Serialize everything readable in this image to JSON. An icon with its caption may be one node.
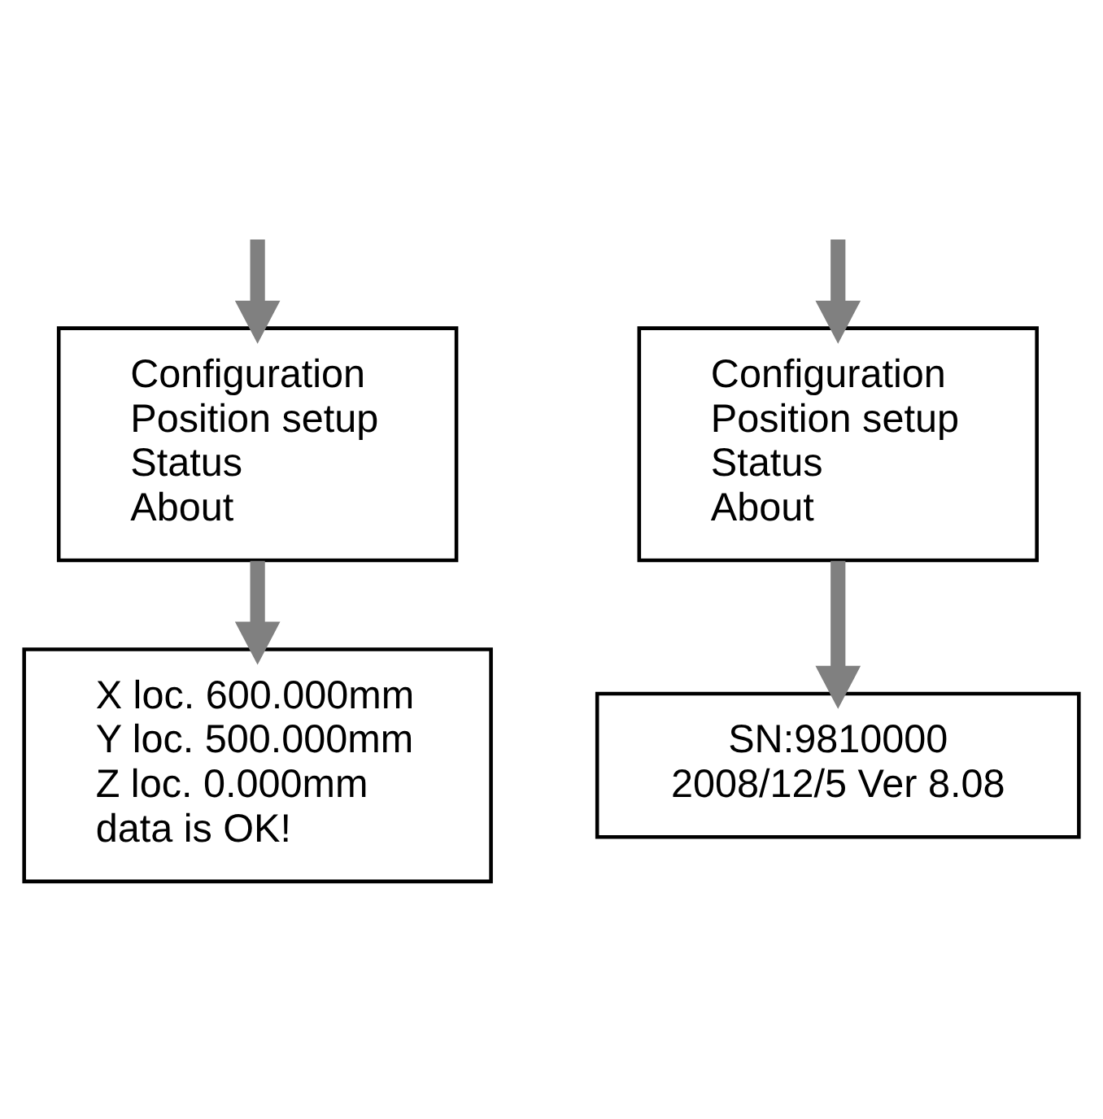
{
  "diagram": {
    "nodes": [
      {
        "text": [
          "Configuration",
          "Position setup",
          "Status",
          "About"
        ]
      },
      {
        "text": [
          "X loc. 600.000mm",
          "Y loc. 500.000mm",
          "Z loc. 0.000mm",
          "data is OK!"
        ]
      },
      {
        "text": [
          "Configuration",
          "Position setup",
          "Status",
          "About"
        ]
      },
      {
        "text": [
          "SN:9810000",
          "2008/12/5 Ver 8.08"
        ]
      }
    ],
    "edges": [
      {
        "from": null,
        "to": 0,
        "arrow": "to"
      },
      {
        "from": 0,
        "to": 1,
        "arrow": "to"
      },
      {
        "from": null,
        "to": 2,
        "arrow": "to"
      },
      {
        "from": 2,
        "to": 3,
        "arrow": "to"
      }
    ]
  }
}
